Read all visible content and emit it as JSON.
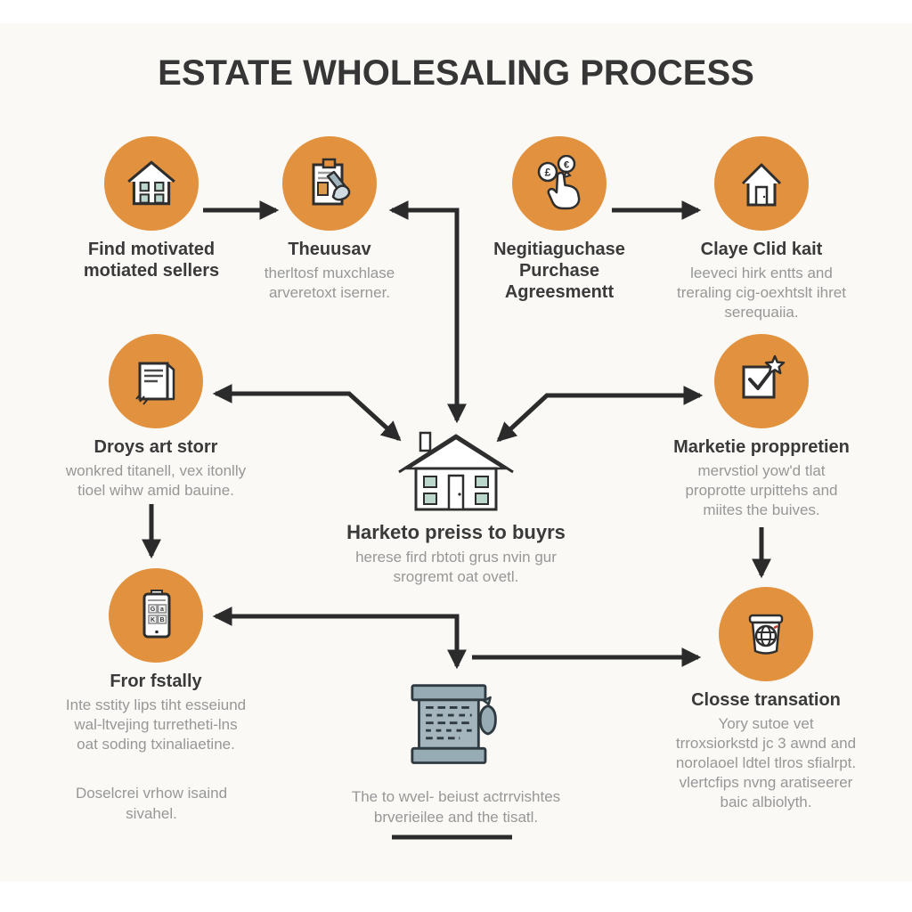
{
  "title": "ESTATE WHOLESALING PROCESS",
  "steps": [
    {
      "id": "find-sellers",
      "icon": "house-windows-icon",
      "title": "Find motivated\nmotiated sellers",
      "body": ""
    },
    {
      "id": "sign-contract",
      "icon": "clipboard-pen-icon",
      "title": "Theuusav",
      "body": "therltosf muxchlase\narveretoxt iserner."
    },
    {
      "id": "negotiate-purchase",
      "icon": "money-click-icon",
      "title": "Negitiaguchase\nPurchase\nAgreesmentt",
      "body": ""
    },
    {
      "id": "close-deal",
      "icon": "house-door-icon",
      "title": "Claye Clid kait",
      "body": "leeveci hirk entts and\ntreraling cig-oexhtslt ihret\nserequaiia."
    },
    {
      "id": "documents",
      "icon": "letter-icon",
      "title": "Droys art storr",
      "body": "wonkred titanell, vex itonlly\ntioel wihw amid bauine."
    },
    {
      "id": "market-to-buyers",
      "icon": "house-large-icon",
      "title": "Harketo preiss to buyrs",
      "body": "herese fird rbtoti grus nvin gur\nsrogremt oat ovetl."
    },
    {
      "id": "market-properties",
      "icon": "checkbox-star-icon",
      "title": "Marketie proppretien",
      "body": "mervstiol yow'd tlat\nproprotte urpittehs and\nmiites the buives."
    },
    {
      "id": "list-property",
      "icon": "tablet-icon",
      "title": "Fror fstally",
      "body": "Inte sstity lips tiht esseiund\nwal-ltvejing turretheti-lns\noat soding txinaliaetine."
    },
    {
      "id": "close-transaction",
      "icon": "basket-globe-icon",
      "title": "Closse transation",
      "body": "Yory sutoe vet\ntrroxsiorkstd jc 3 awnd and\nnorolaoel ldtel tlros sfialrpt.\nvlertcfips nvng aratiseerer\nbaic albiolyth."
    }
  ],
  "notes": [
    {
      "id": "bottom-left-note",
      "text": "Doselcrei vrhow isaind\nsivahel."
    },
    {
      "id": "bottom-center-note",
      "text": "The to wvel- beiust actrrvishtes\nbrverieilee and the tisatl."
    }
  ],
  "colors": {
    "accent_orange": "#E2923E",
    "outline_dark": "#2E2E2E",
    "window_teal": "#BCD8CC",
    "scroll_gray": "#97ABB4",
    "text_dark": "#3A3A3A",
    "text_gray": "#979797"
  }
}
